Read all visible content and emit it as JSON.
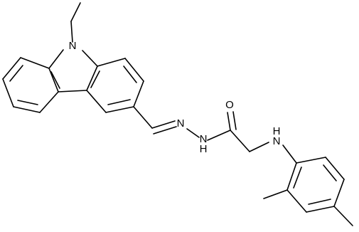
{
  "molecule": {
    "atom_labels": [
      {
        "id": "ring-nitrogen",
        "text": "N"
      },
      {
        "id": "imine-nitrogen",
        "text": "N"
      },
      {
        "id": "amide-nitrogen",
        "text": "N"
      },
      {
        "id": "amide-nitrogen-hydrogen",
        "text": "H"
      },
      {
        "id": "carbonyl-oxygen",
        "text": "O"
      },
      {
        "id": "amine-nitrogen",
        "text": "N"
      },
      {
        "id": "amine-nitrogen-hydrogen",
        "text": "H"
      }
    ]
  },
  "colors": {
    "bond": "#000000",
    "label": "#000000",
    "background": "#ffffff"
  }
}
